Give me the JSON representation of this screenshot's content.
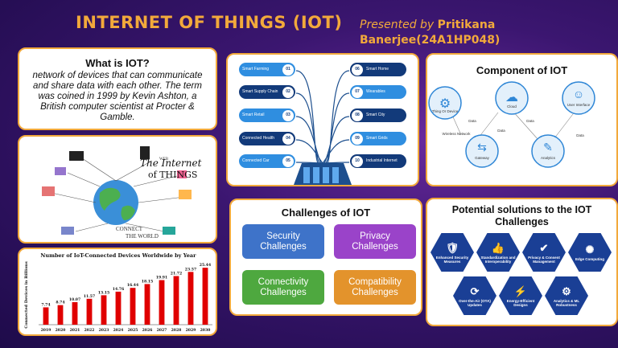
{
  "header": {
    "title": "INTERNET OF THINGS (IOT)",
    "presented_label": "Presented by",
    "presenter_name": "Pritikana",
    "presenter_name_2": "Banerjee(24A1HP048)"
  },
  "what": {
    "heading": "What is IOT?",
    "body": "network of devices that can communicate and share data with each other. The term was coined in 1999 by Kevin Ashton, a British computer scientist at Procter & Gamble."
  },
  "iot_image": {
    "title_line1": "The Internet",
    "title_line2": "of THINGS",
    "caption_line1": "CONNECT",
    "caption_line2": "THE WORLD",
    "web_label": "WEB"
  },
  "diagram": {
    "left_items": [
      {
        "label": "Smart Farming",
        "num": "01"
      },
      {
        "label": "Smart Supply Chain",
        "num": "02"
      },
      {
        "label": "Smart Retail",
        "num": "03"
      },
      {
        "label": "Connected Health",
        "num": "04"
      },
      {
        "label": "Connected Car",
        "num": "05"
      }
    ],
    "right_items": [
      {
        "label": "Smart Home",
        "num": "06"
      },
      {
        "label": "Wearables",
        "num": "07"
      },
      {
        "label": "Smart City",
        "num": "08"
      },
      {
        "label": "Smart Grids",
        "num": "09"
      },
      {
        "label": "Industrial Internet",
        "num": "10"
      }
    ],
    "colors": {
      "navy": "#123a7a",
      "blue": "#2f8ee0"
    }
  },
  "component": {
    "heading": "Component of IOT",
    "nodes": [
      {
        "label": "Thing Or Device",
        "icon": "chip-icon"
      },
      {
        "label": "Cloud",
        "icon": "cloud-icon"
      },
      {
        "label": "User Interface",
        "icon": "user-interface-icon"
      },
      {
        "label": "Gateway",
        "icon": "gateway-icon"
      },
      {
        "label": "Analytics",
        "icon": "analytics-icon"
      }
    ],
    "data_label": "Data",
    "wireless_label": "Wireless Network"
  },
  "challenges": {
    "heading": "Challenges of IOT",
    "items": [
      {
        "label": "Security Challenges",
        "color": "#3e73c9"
      },
      {
        "label": "Privacy Challenges",
        "color": "#9a43c9"
      },
      {
        "label": "Connectivity Challenges",
        "color": "#4ea83f"
      },
      {
        "label": "Compatibility Challenges",
        "color": "#e3932c"
      }
    ]
  },
  "solutions": {
    "heading": "Potential solutions to the IOT Challenges",
    "items": [
      {
        "label": "Enhanced Security Measures",
        "icon": "shield-lock-icon"
      },
      {
        "label": "Standardization and Interoperability",
        "icon": "thumbs-up-icon"
      },
      {
        "label": "Privacy & Consent Management",
        "icon": "shield-check-icon"
      },
      {
        "label": "Edge Computing",
        "icon": "network-icon"
      },
      {
        "label": "Over-the-Air (OTA) Updates",
        "icon": "refresh-icon"
      },
      {
        "label": "Energy-Efficient Designs",
        "icon": "bolt-icon"
      },
      {
        "label": "Analytics & ML Robustness",
        "icon": "gear-icon"
      }
    ]
  },
  "chart_data": {
    "type": "bar",
    "title": "Number of IoT-Connected Devices Worldwide by Year",
    "ylabel": "Connected Devices in Billions",
    "xlabel": "",
    "categories": [
      "2019",
      "2020",
      "2021",
      "2022",
      "2023",
      "2024",
      "2025",
      "2026",
      "2027",
      "2028",
      "2029",
      "2030"
    ],
    "values": [
      7.74,
      8.74,
      10.07,
      11.57,
      13.15,
      14.76,
      16.44,
      18.15,
      19.91,
      21.72,
      23.57,
      25.44
    ],
    "ylim": [
      0,
      28
    ],
    "color": "#e00000"
  }
}
